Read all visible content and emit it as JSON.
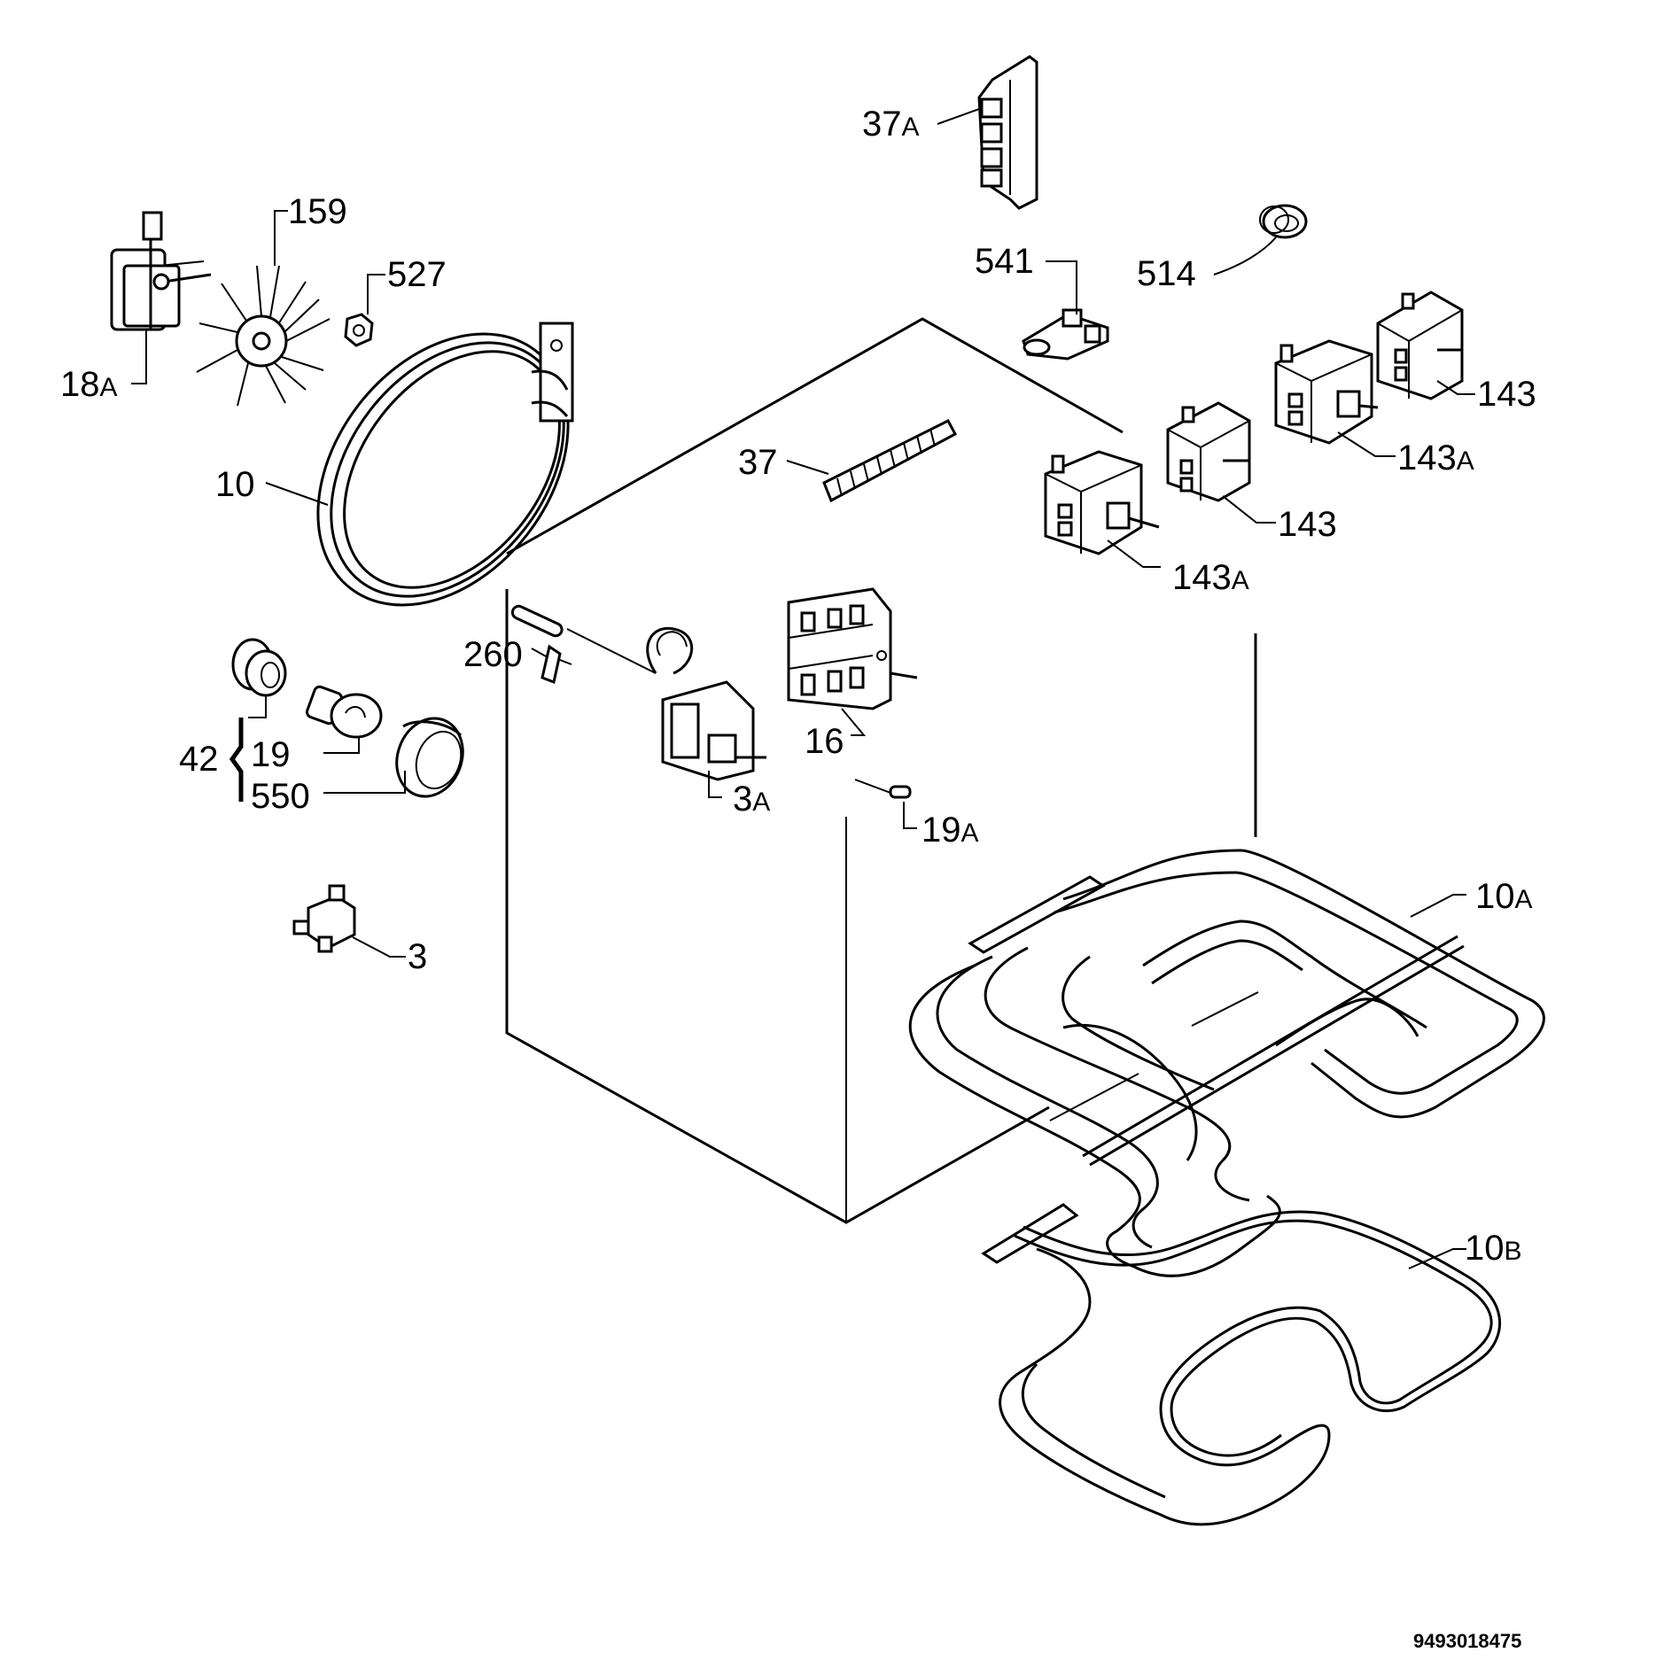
{
  "labels": {
    "p37a": {
      "num": "37",
      "sfx": "A"
    },
    "p159": {
      "num": "159",
      "sfx": ""
    },
    "p527": {
      "num": "527",
      "sfx": ""
    },
    "p18a": {
      "num": "18",
      "sfx": "A"
    },
    "p541": {
      "num": "541",
      "sfx": ""
    },
    "p514": {
      "num": "514",
      "sfx": ""
    },
    "p10": {
      "num": "10",
      "sfx": ""
    },
    "p37": {
      "num": "37",
      "sfx": ""
    },
    "p143a": {
      "num": "143",
      "sfx": ""
    },
    "p143b": {
      "num": "143",
      "sfx": "A"
    },
    "p143c": {
      "num": "143",
      "sfx": ""
    },
    "p143d": {
      "num": "143",
      "sfx": "A"
    },
    "p260": {
      "num": "260",
      "sfx": ""
    },
    "p42": {
      "num": "42",
      "sfx": ""
    },
    "p19": {
      "num": "19",
      "sfx": ""
    },
    "p550": {
      "num": "550",
      "sfx": ""
    },
    "p16": {
      "num": "16",
      "sfx": ""
    },
    "p3a": {
      "num": "3",
      "sfx": "A"
    },
    "p19a": {
      "num": "19",
      "sfx": "A"
    },
    "p3": {
      "num": "3",
      "sfx": ""
    },
    "p10a": {
      "num": "10",
      "sfx": "A"
    },
    "p10b": {
      "num": "10",
      "sfx": "B"
    }
  },
  "doc_number": "9493018475"
}
